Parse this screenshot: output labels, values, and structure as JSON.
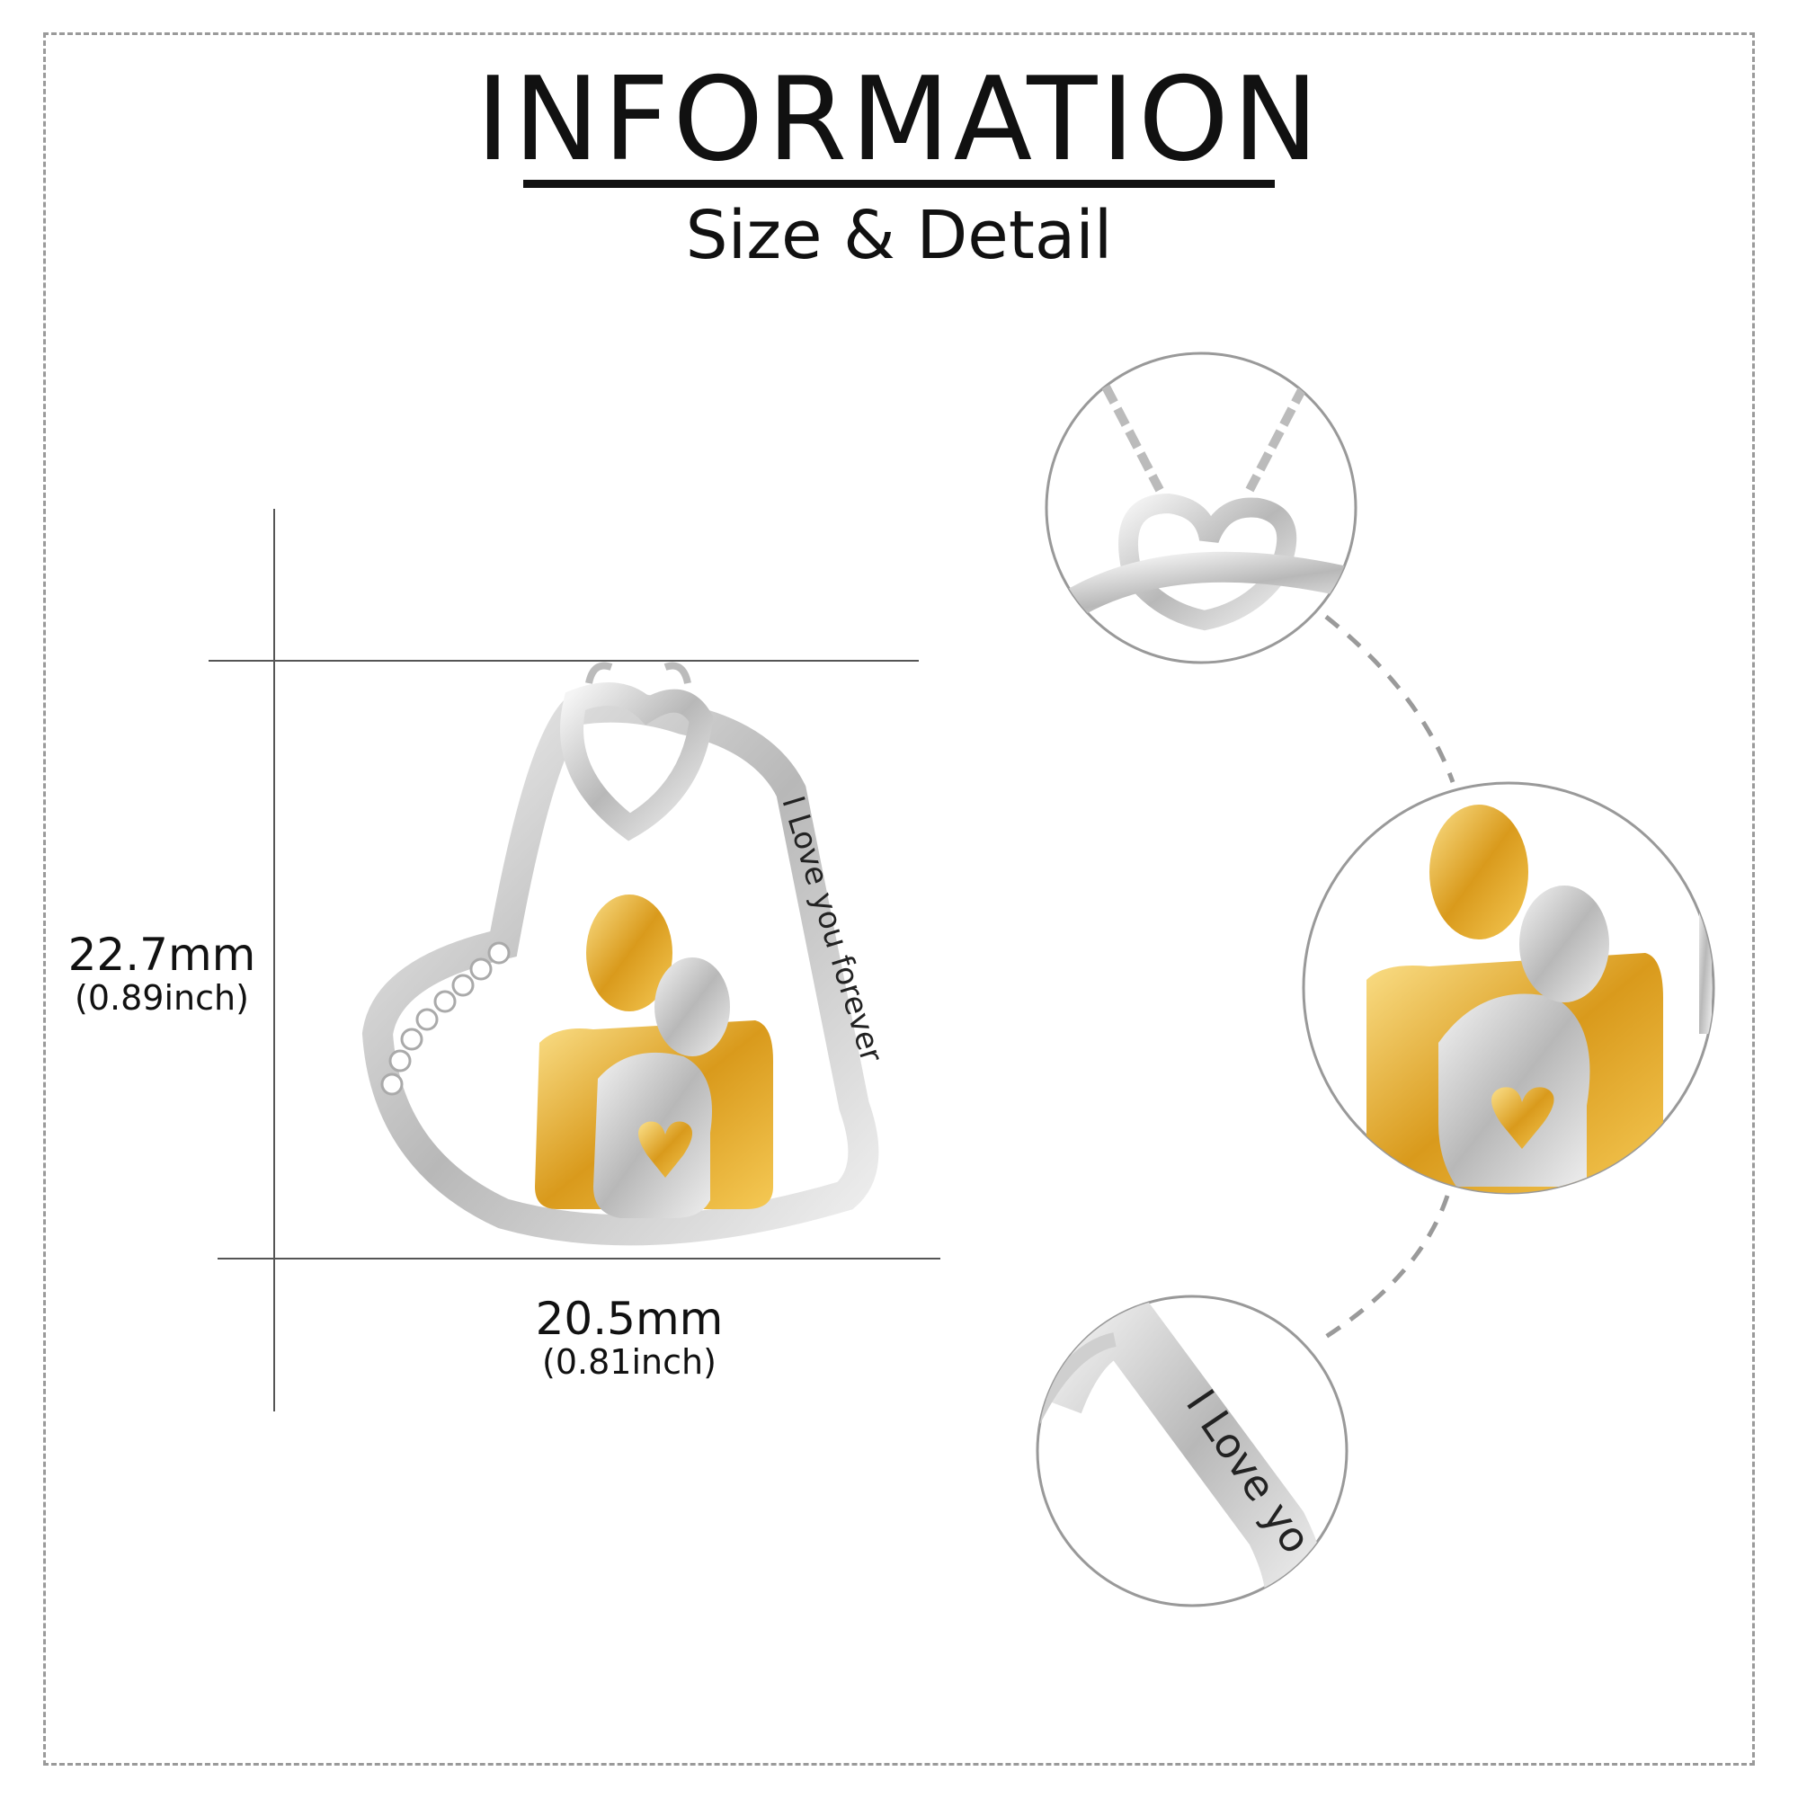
{
  "header": {
    "title": "INFORMATION",
    "subtitle": "Size & Detail"
  },
  "dimensions": {
    "height_mm": "22.7mm",
    "height_inch": "(0.89inch)",
    "width_mm": "20.5mm",
    "width_inch": "(0.81inch)"
  },
  "engraving": {
    "main": "I Love you forever",
    "detail": "I Love yo"
  },
  "colors": {
    "gold": "#e0a92c",
    "silver": "#c9c9c9",
    "line": "#555555",
    "dashed": "#9a9a9a"
  }
}
